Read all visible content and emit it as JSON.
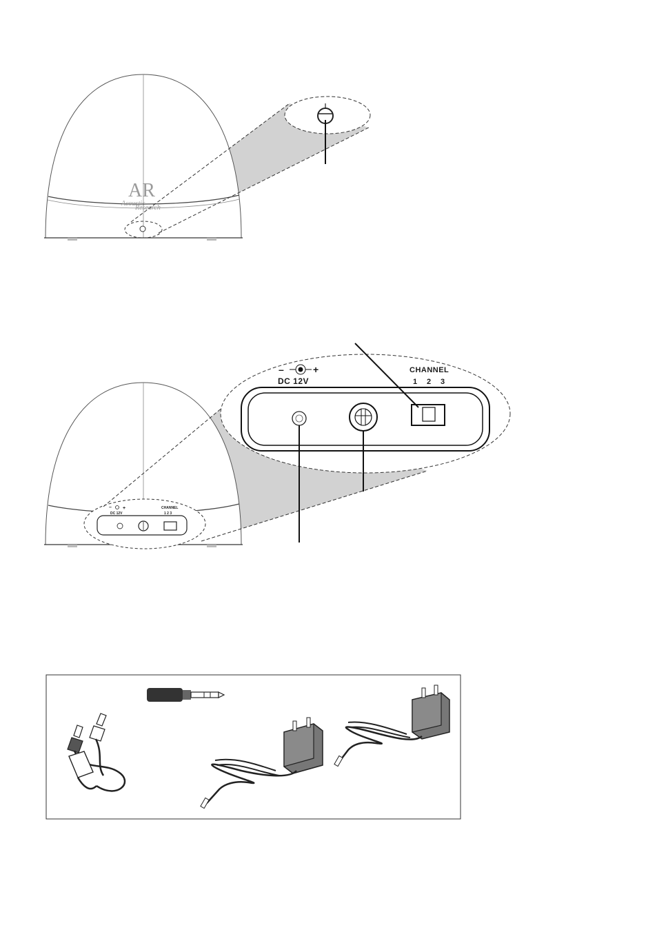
{
  "figure1": {
    "logo_mark": "AR",
    "logo_text_line1": "Acoustic",
    "logo_text_line2": "Research"
  },
  "figure2": {
    "small_panel": {
      "dc_label": "DC 12V",
      "minus": "–",
      "plus": "+",
      "channel_label": "CHANNEL",
      "channel_numbers": "1  2  3"
    },
    "zoom_panel": {
      "minus": "–",
      "plus": "+",
      "dc_label": "DC 12V",
      "channel_label": "CHANNEL",
      "channel_1": "1",
      "channel_2": "2",
      "channel_3": "3"
    }
  },
  "figure3": {
    "items": [
      "rca-y-cable",
      "plug-adapter",
      "ac-power-adapter-1",
      "ac-power-adapter-2"
    ]
  },
  "colors": {
    "line": "#333333",
    "shade": "#d0d0d0",
    "adapter": "#6e6e6e",
    "logo": "#9a9a9a"
  }
}
